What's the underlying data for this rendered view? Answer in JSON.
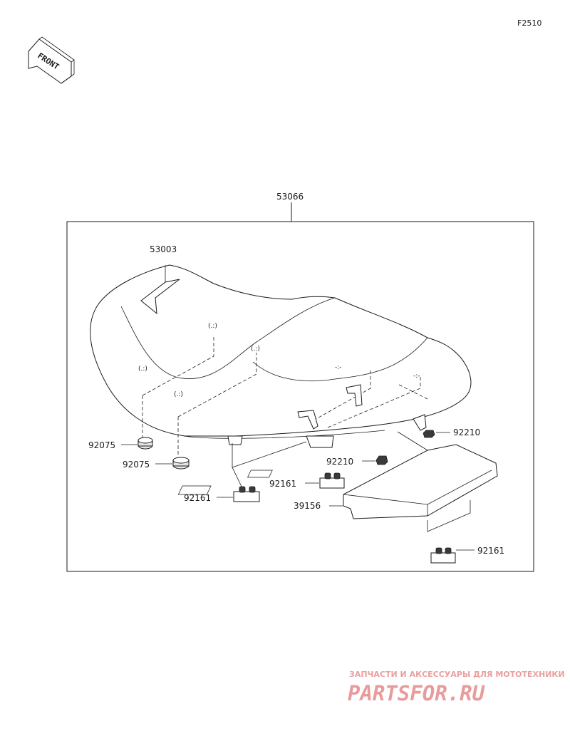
{
  "figure_id": "F2510",
  "front_label": "FRONT",
  "parts": {
    "assembly": "53066",
    "seat_base": "53003",
    "damper_left": "92075",
    "damper_right": "92075",
    "bolt_center": "92210",
    "bolt_right": "92210",
    "rubber_left": "92161",
    "rubber_center": "92161",
    "rubber_right": "92161",
    "tray": "39156"
  },
  "watermark": {
    "tagline": "ЗАПЧАСТИ И АКСЕССУАРЫ ДЛЯ МОТОТЕХНИКИ",
    "logo_text": "PARTSFOR.RU",
    "color": "#e07070"
  }
}
